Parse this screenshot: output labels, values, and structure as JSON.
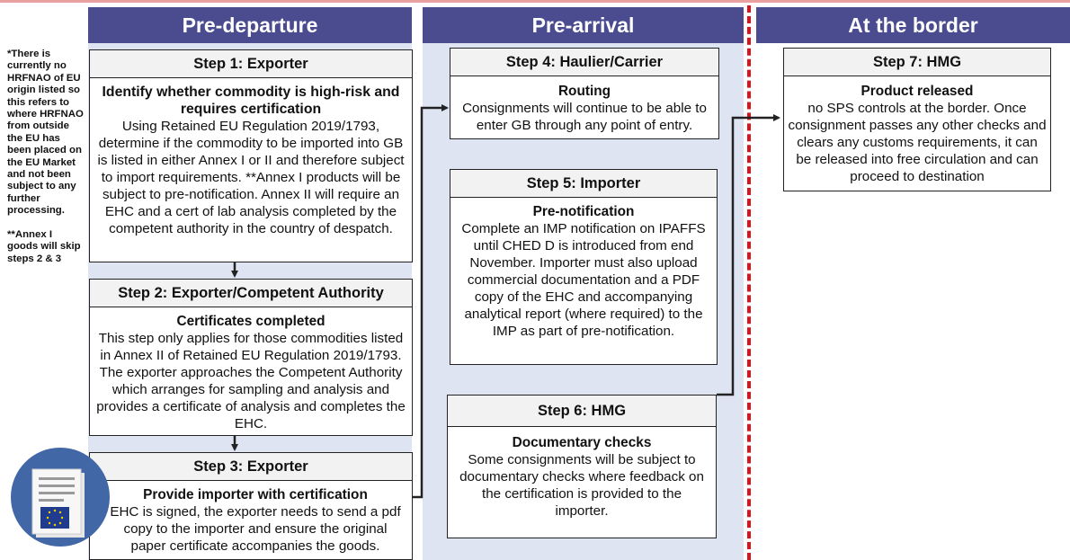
{
  "columns": [
    {
      "header": "Pre-departure"
    },
    {
      "header": "Pre-arrival"
    },
    {
      "header": "At the border"
    }
  ],
  "side_note": "*There is currently no HRFNAO of EU origin listed so this refers to where HRFNAO from outside the EU has been placed on the EU Market and not been subject to any further processing.",
  "side_note_2": "**Annex I goods will skip steps 2 & 3",
  "steps": [
    {
      "title": "Step 1: Exporter",
      "subtitle": "Identify whether commodity is high-risk and requires certification",
      "text": "Using Retained EU Regulation 2019/1793, determine if the commodity to be imported into GB is listed in either Annex I or II and therefore subject to import requirements. **Annex I products will be subject to pre-notification. Annex II will require an EHC and a cert of lab analysis completed by the competent authority in the country of despatch."
    },
    {
      "title": "Step 2: Exporter/Competent Authority",
      "subtitle": "Certificates completed",
      "text": "This step only applies for those commodities listed in Annex II of Retained EU Regulation 2019/1793. The exporter approaches the Competent Authority which arranges for sampling and analysis and provides a certificate of analysis and completes the EHC."
    },
    {
      "title": "Step 3: Exporter",
      "subtitle": "Provide importer with certification",
      "text": "EHC is signed, the exporter needs to send a pdf copy to the importer and ensure the original paper certificate accompanies the goods."
    },
    {
      "title": "Step 4: Haulier/Carrier",
      "subtitle": "Routing",
      "text": "Consignments will continue to be able to enter GB through any point of entry."
    },
    {
      "title": "Step 5: Importer",
      "subtitle": "Pre-notification",
      "text": "Complete an IMP notification on IPAFFS until CHED D is introduced from end November. Importer must also upload commercial documentation and a PDF copy of the EHC and accompanying analytical report (where required) to the IMP as part of pre-notification."
    },
    {
      "title": "Step 6: HMG",
      "subtitle": "Documentary checks",
      "text": "Some consignments will be subject to documentary checks where feedback on the certification is provided to the importer."
    },
    {
      "title": "Step 7: HMG",
      "subtitle": "Product released",
      "text": "no SPS controls at the border. Once consignment passes any other checks and clears any customs requirements, it can be released into free circulation and can proceed to destination"
    }
  ],
  "colors": {
    "header": "#4a4c8f",
    "column_bg": "#dfe4f3",
    "border_line": "#d8141c",
    "step_title_bg": "#f2f2f2"
  }
}
